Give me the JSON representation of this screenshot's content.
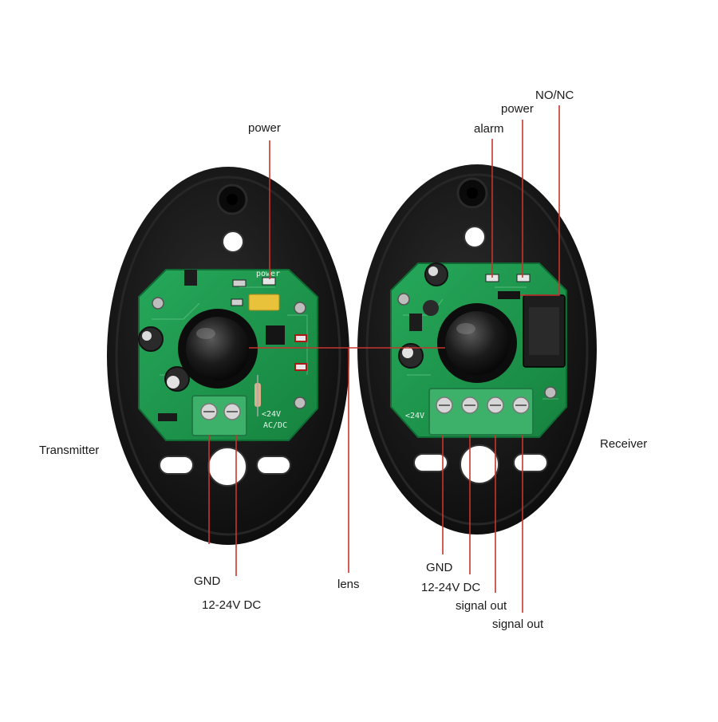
{
  "devices": {
    "transmitter": {
      "name": "Transmitter",
      "terminal_label": "<24V\nAC/DC",
      "pcb_power_mark": "power"
    },
    "receiver": {
      "name": "Receiver",
      "terminal_label": "<24V"
    }
  },
  "labels": {
    "tx_power": "power",
    "rx_alarm": "alarm",
    "rx_power": "power",
    "rx_nonc": "NO/NC",
    "tx_gnd": "GND",
    "tx_vdc": "12-24V DC",
    "lens": "lens",
    "rx_gnd": "GND",
    "rx_vdc": "12-24V DC",
    "rx_signal_out_1": "signal out",
    "rx_signal_out_2": "signal out"
  },
  "colors": {
    "leader_line": "#c8352e",
    "housing": "#141414",
    "pcb": "#1f9a4e",
    "terminal_block": "#3db06a"
  }
}
